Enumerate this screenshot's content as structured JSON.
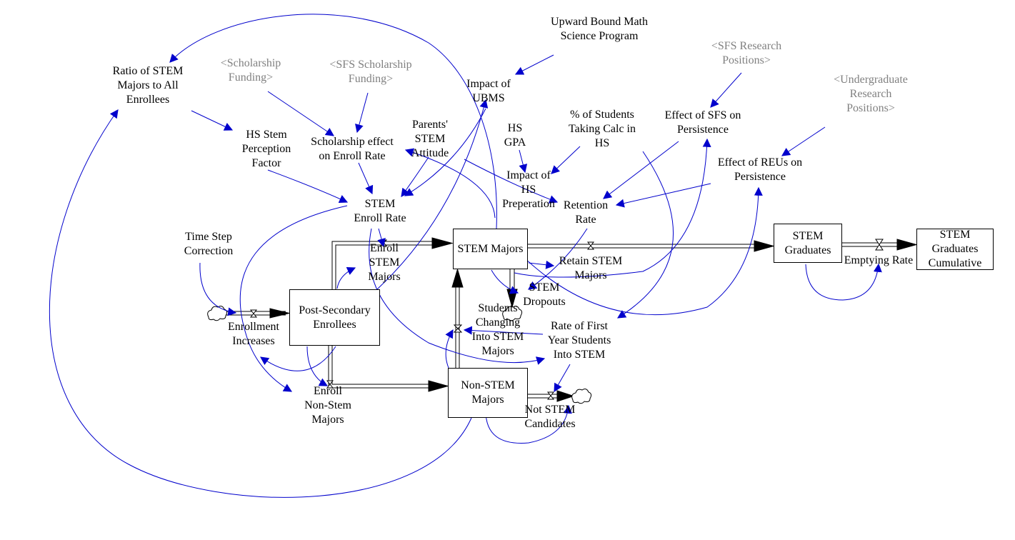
{
  "colors": {
    "link": "#0000cc",
    "flow": "#000000",
    "shadow_text": "#808080",
    "text": "#000000"
  },
  "stocks": {
    "post_secondary": "Post-Secondary\nEnrollees",
    "stem_majors": "STEM Majors",
    "non_stem": "Non-STEM\nMajors",
    "stem_graduates": "STEM\nGraduates",
    "stem_grad_cumulative": "STEM\nGraduates\nCumulative"
  },
  "flows": {
    "enrollment_increases": "Enrollment\nIncreases",
    "enroll_stem": "Enroll\nSTEM\nMajors",
    "enroll_non_stem": "Enroll\nNon-Stem\nMajors",
    "stem_dropouts": "STEM\nDropouts",
    "changing_into_stem": "Students\nChanging\nInto STEM\nMajors",
    "not_stem_candidates": "Not STEM\nCandidates",
    "emptying_rate": "Emptying Rate"
  },
  "variables": {
    "ratio": "Ratio of STEM\nMajors to All\nEnrollees",
    "scholarship_funding": "<Scholarship\nFunding>",
    "sfs_scholarship_funding": "<SFS Scholarship\nFunding>",
    "upward_bound": "Upward Bound Math\nScience Program",
    "impact_ubms": "Impact of\nUBMS",
    "sfs_research": "<SFS Research\nPositions>",
    "undergrad_research": "<Undergraduate\nResearch\nPositions>",
    "hs_stem_perception": "HS Stem\nPerception\nFactor",
    "scholarship_effect": "Scholarship effect\non Enroll Rate",
    "parents_attitude": "Parents'\nSTEM\nAttitude",
    "hs_gpa": "HS\nGPA",
    "pct_calc": "% of Students\nTaking Calc in\nHS",
    "effect_sfs": "Effect of SFS on\nPersistence",
    "effect_reu": "Effect of REUs on\nPersistence",
    "impact_hs_prep": "Impact of\nHS\nPreperation",
    "retention_rate": "Retention\nRate",
    "stem_enroll_rate": "STEM\nEnroll Rate",
    "time_step": "Time Step\nCorrection",
    "retain_stem": "Retain STEM\nMajors",
    "rate_first_year": "Rate of First\nYear Students\nInto STEM"
  }
}
